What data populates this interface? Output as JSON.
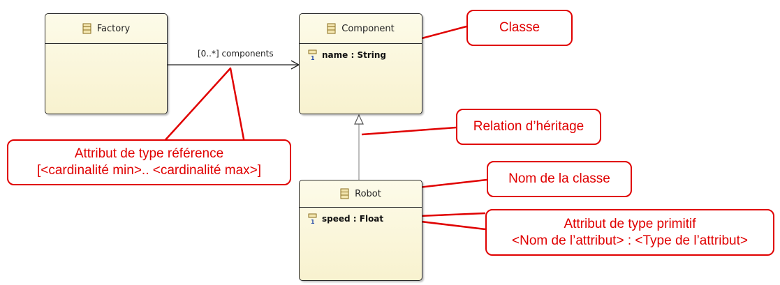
{
  "classes": {
    "factory": {
      "name": "Factory"
    },
    "component": {
      "name": "Component",
      "attribute": "name : String",
      "multiplicity": "1"
    },
    "robot": {
      "name": "Robot",
      "attribute": "speed : Float",
      "multiplicity": "1"
    }
  },
  "reference": {
    "label": "[0..*] components"
  },
  "callouts": {
    "classe": "Classe",
    "heritage": "Relation d’héritage",
    "nom_classe": "Nom de la classe",
    "attr_reference": [
      "Attribut de type référence",
      "[<cardinalité min>.. <cardinalité max>]"
    ],
    "attr_primitif": [
      "Attribut de type primitif",
      "<Nom de l’attribut> : <Type de l’attribut>"
    ]
  },
  "colors": {
    "callout": "#e00000",
    "class_fill": "#fbf7dc",
    "class_border": "#2a2a2a",
    "inheritance_line": "#9a9a9a"
  }
}
